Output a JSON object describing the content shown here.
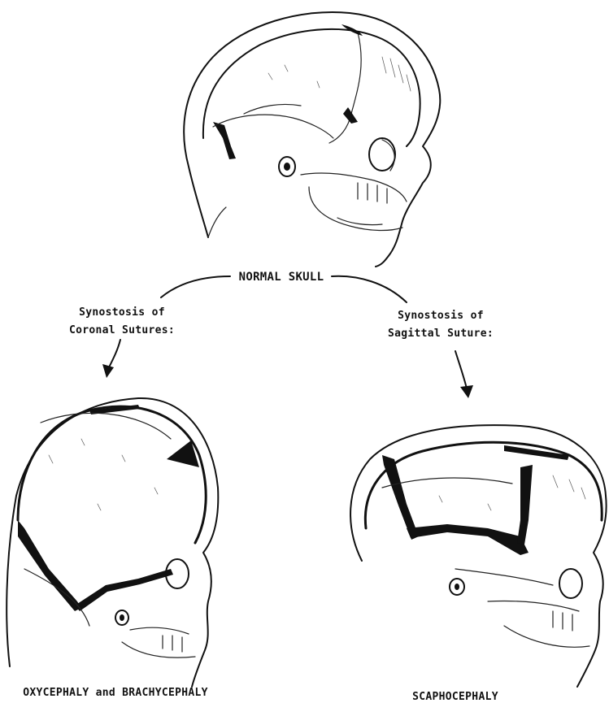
{
  "labels": {
    "normal": "NORMAL SKULL",
    "left_branch_line1": "Synostosis of",
    "left_branch_line2": "Coronal Sutures:",
    "right_branch_line1": "Synostosis of",
    "right_branch_line2": "Sagittal Suture:",
    "left_result": "OXYCEPHALY and BRACHYCEPHALY",
    "right_result": "SCAPHOCEPHALY"
  }
}
